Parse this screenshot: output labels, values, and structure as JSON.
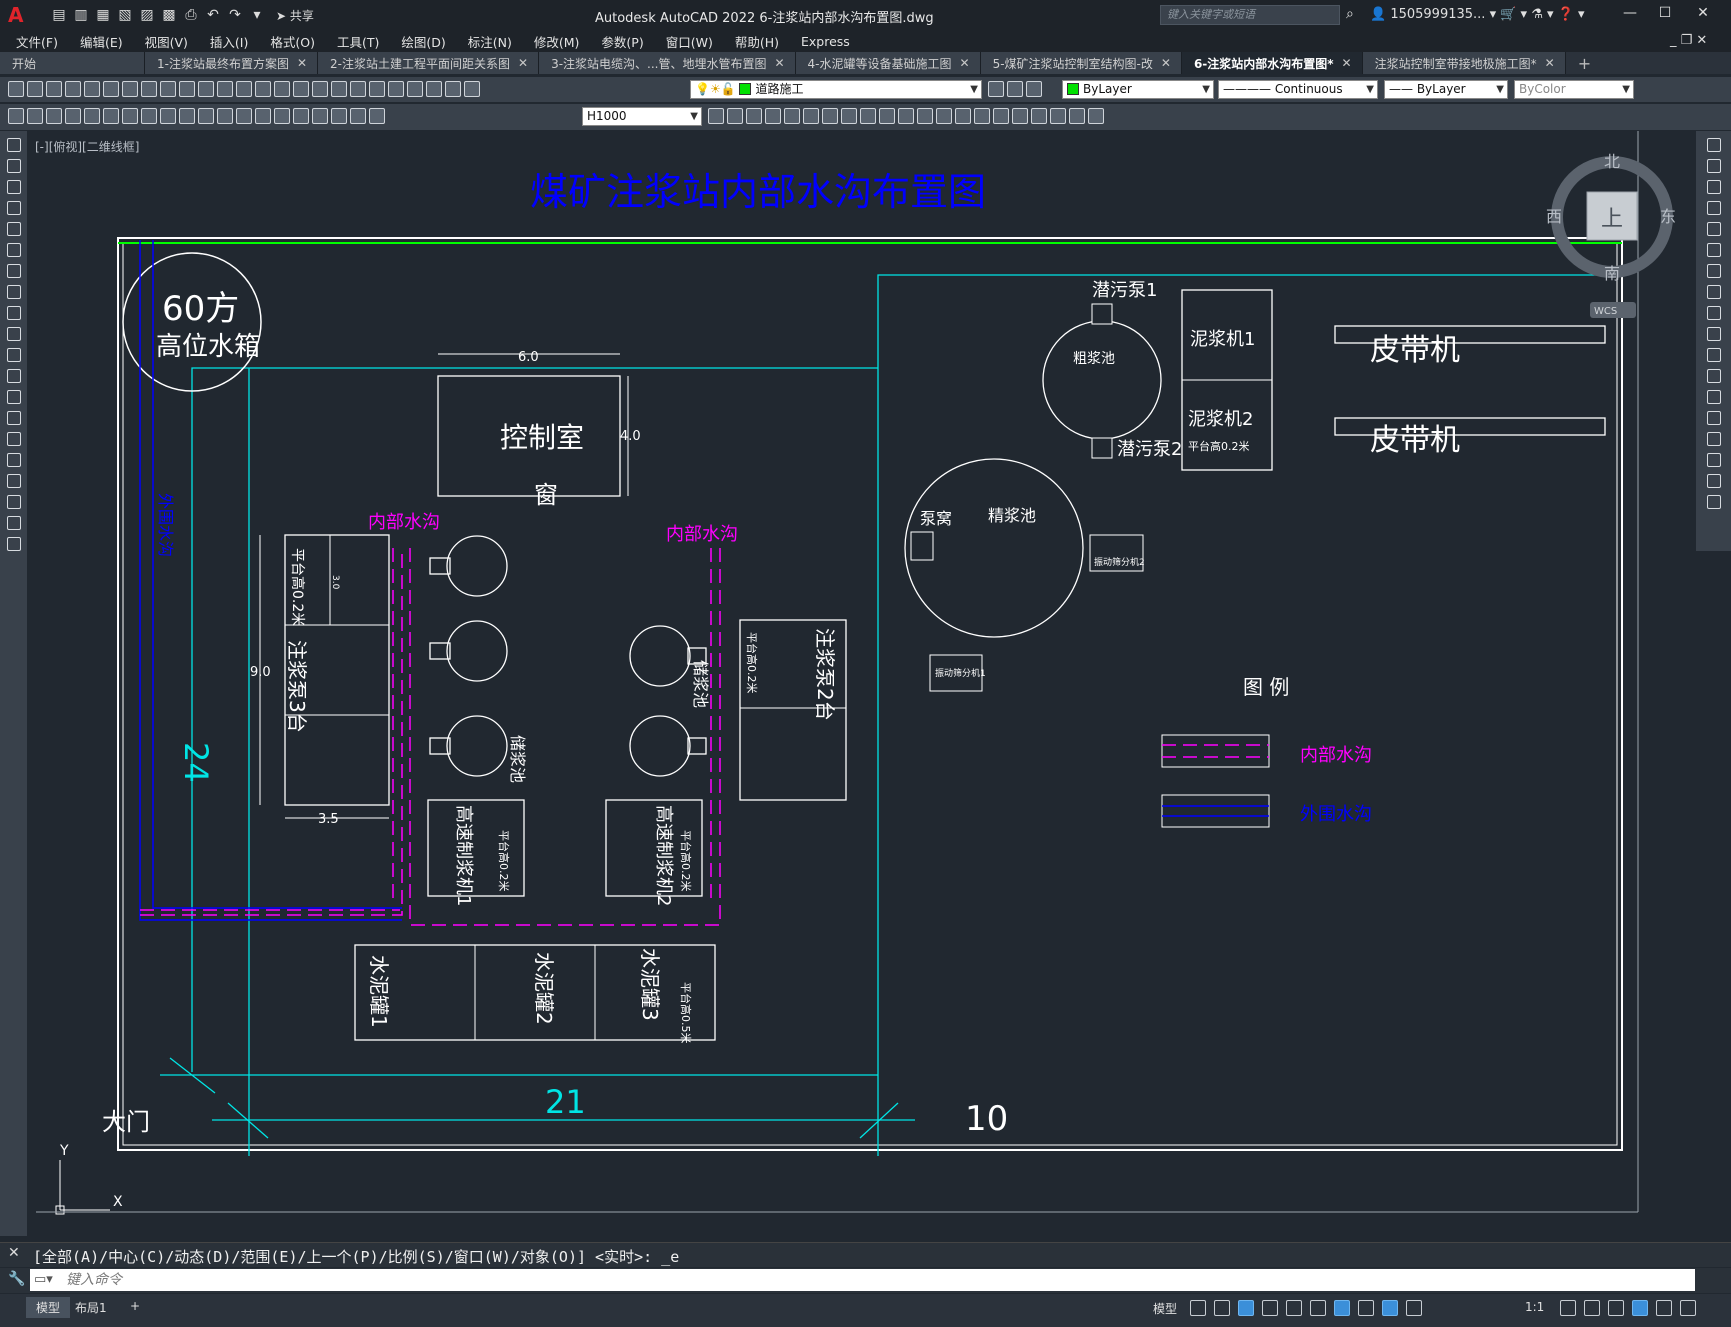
{
  "app": {
    "logo": "A",
    "title": "Autodesk AutoCAD 2022    6-注浆站内部水沟布置图.dwg",
    "share": "共享",
    "search_placeholder": "键入关键字或短语",
    "user": "1505999135...",
    "window_buttons": [
      "—",
      "☐",
      "✕"
    ]
  },
  "menubar": {
    "items": [
      "文件(F)",
      "编辑(E)",
      "视图(V)",
      "插入(I)",
      "格式(O)",
      "工具(T)",
      "绘图(D)",
      "标注(N)",
      "修改(M)",
      "参数(P)",
      "窗口(W)",
      "帮助(H)",
      "Express"
    ]
  },
  "tabs": [
    {
      "label": "开始",
      "active": false
    },
    {
      "label": "1-注浆站最终布置方案图",
      "active": false
    },
    {
      "label": "2-注浆站土建工程平面间距关系图",
      "active": false
    },
    {
      "label": "3-注浆站电缆沟、...管、地埋水管布置图",
      "active": false
    },
    {
      "label": "4-水泥罐等设备基础施工图",
      "active": false
    },
    {
      "label": "5-煤矿注浆站控制室结构图-改",
      "active": false
    },
    {
      "label": "6-注浆站内部水沟布置图*",
      "active": true
    },
    {
      "label": "注浆站控制室带接地极施工图*",
      "active": false
    }
  ],
  "toolbar": {
    "layer": "道路施工",
    "color": "ByLayer",
    "linetype": "Continuous",
    "lineweight": "ByLayer",
    "plotstyle": "ByColor",
    "dimstyle": "H1000"
  },
  "viewport": {
    "label": "[-][俯视][二维线框]",
    "viewcube": {
      "north": "北",
      "south": "南",
      "east": "东",
      "west": "西",
      "face": "上",
      "wcs": "WCS"
    }
  },
  "drawing": {
    "title": "煤矿注浆站内部水沟布置图",
    "tank_size": "60方",
    "tank_name": "高位水箱",
    "outer_ditch_label": "外围水沟",
    "dim_24": "24",
    "dim_21": "21",
    "dim_10": "10",
    "gate": "大门",
    "control_room": "控制室",
    "control_window": "窗",
    "dim_6": "6.0",
    "dim_4": "4.0",
    "inner_ditch_1": "内部水沟",
    "inner_ditch_2": "内部水沟",
    "pump3": "注浆泵3台",
    "platform_pump3": "平台高0.2米",
    "dim_3": "3.0",
    "dim_9": "9.0",
    "dim_35": "3.5",
    "storage_pool_1": "储浆池",
    "storage_pool_2": "储浆池",
    "pump2": "注浆泵2台",
    "platform_pump2": "平台高0.2米",
    "mixer1": "高速制浆机1",
    "mixer2": "高速制浆机2",
    "platform_mixer1": "平台高0.2米",
    "platform_mixer2": "平台高0.2米",
    "cement1": "水泥罐1",
    "cement2": "水泥罐2",
    "cement3": "水泥罐3",
    "platform_cement": "平台高0.5米",
    "sewage_pump1": "潜污泵1",
    "sewage_pump2": "潜污泵2",
    "coarse_pool": "粗浆池",
    "slurry_machine1": "泥浆机1",
    "slurry_machine2": "泥浆机2",
    "platform_slurry": "平台高0.2米",
    "belt1": "皮带机",
    "belt2": "皮带机",
    "fine_pool": "精浆池",
    "pump_pit": "泵窝",
    "stir_machine2": "振动筛分机2",
    "stir_machine1": "振动筛分机1",
    "legend_title": "图    例",
    "legend_inner": "内部水沟",
    "legend_outer": "外围水沟",
    "axis_x": "X",
    "axis_y": "Y"
  },
  "command": {
    "history": "[全部(A)/中心(C)/动态(D)/范围(E)/上一个(P)/比例(S)/窗口(W)/对象(O)] <实时>: _e",
    "placeholder": "键入命令"
  },
  "status": {
    "tabs": [
      "模型",
      "布局1"
    ],
    "model_label": "模型",
    "scale": "1:1"
  },
  "colors": {
    "cyan": "#00e5e5",
    "magenta": "#ff00ff",
    "blue": "#0000ff",
    "white": "#ffffff",
    "green": "#00ff00",
    "background": "#212830"
  }
}
